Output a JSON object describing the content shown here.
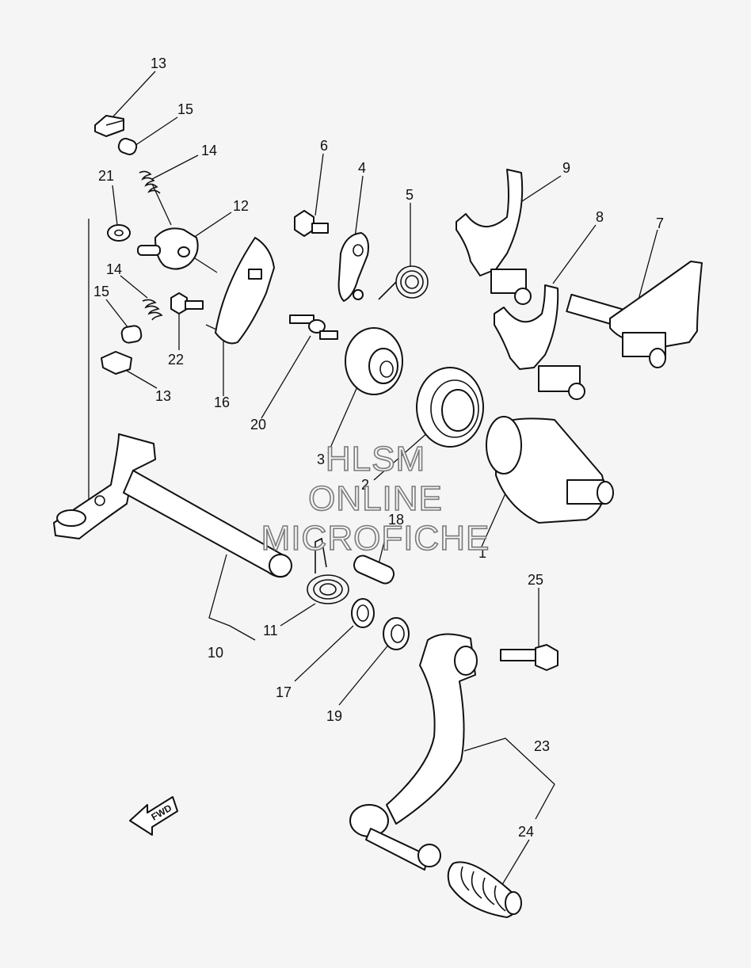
{
  "callouts": {
    "c1": "1",
    "c2": "2",
    "c3": "3",
    "c4": "4",
    "c5": "5",
    "c6": "6",
    "c7": "7",
    "c8": "8",
    "c9": "9",
    "c10": "10",
    "c11": "11",
    "c12": "12",
    "c13a": "13",
    "c13b": "13",
    "c14a": "14",
    "c14b": "14",
    "c15a": "15",
    "c15b": "15",
    "c16": "16",
    "c17": "17",
    "c18": "18",
    "c19": "19",
    "c20": "20",
    "c21": "21",
    "c22": "22",
    "c23": "23",
    "c24": "24",
    "c25": "25"
  },
  "fwd_label": "FWD",
  "watermark": {
    "line1": "HLSM",
    "line2": "ONLINE",
    "line3": "MICROFICHE"
  }
}
